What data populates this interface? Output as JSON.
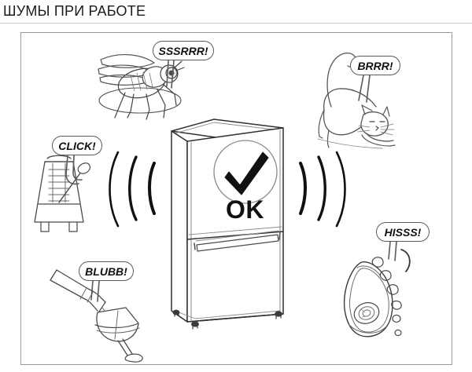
{
  "page": {
    "title": "ШУМЫ ПРИ РАБОТЕ",
    "background_color": "#ffffff",
    "rule_color": "#c9c9c9",
    "frame_border_color": "#9b9b9b"
  },
  "illustration": {
    "subject": "refrigerator",
    "status_badge": {
      "icon": "checkmark-icon",
      "label": "OK"
    },
    "sound_waves": {
      "left_arcs": 3,
      "right_arcs": 3
    },
    "noise_sources": [
      {
        "id": "fly",
        "icon": "fly-icon",
        "sound": "SSSRRR!",
        "position": "top-left"
      },
      {
        "id": "cat",
        "icon": "cat-icon",
        "sound": "BRRR!",
        "position": "top-right"
      },
      {
        "id": "metronome",
        "icon": "metronome-icon",
        "sound": "CLICK!",
        "position": "middle-left"
      },
      {
        "id": "bottle",
        "icon": "bottle-pouring-icon",
        "sound": "BLUBB!",
        "position": "bottom-left"
      },
      {
        "id": "iron",
        "icon": "steam-iron-icon",
        "sound": "HISSS!",
        "position": "bottom-right"
      }
    ]
  }
}
